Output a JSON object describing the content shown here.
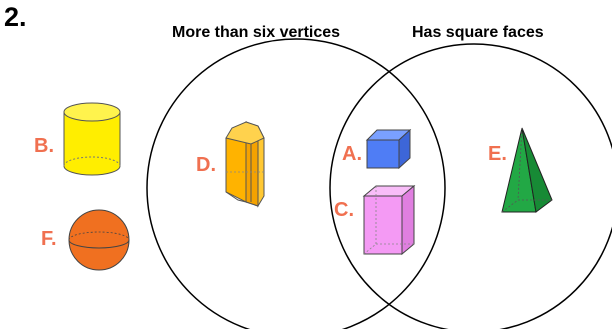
{
  "question_number": "2.",
  "sets": {
    "left": {
      "label": "More than six vertices"
    },
    "right": {
      "label": "Has square faces"
    }
  },
  "shapes": [
    {
      "letter": "B.",
      "kind": "cylinder",
      "color": "#ffee00",
      "region": "outside"
    },
    {
      "letter": "F.",
      "kind": "sphere",
      "color": "#f07020",
      "region": "outside"
    },
    {
      "letter": "D.",
      "kind": "hexagonal prism",
      "color": "#ffb300",
      "region": "left only"
    },
    {
      "letter": "A.",
      "kind": "cube",
      "color": "#4f7df5",
      "region": "both"
    },
    {
      "letter": "C.",
      "kind": "rectangular prism",
      "color": "#f49af4",
      "region": "both"
    },
    {
      "letter": "E.",
      "kind": "square pyramid",
      "color": "#22a845",
      "region": "right only"
    }
  ],
  "colors": {
    "letter": "#f07050",
    "outline": "#000000"
  }
}
